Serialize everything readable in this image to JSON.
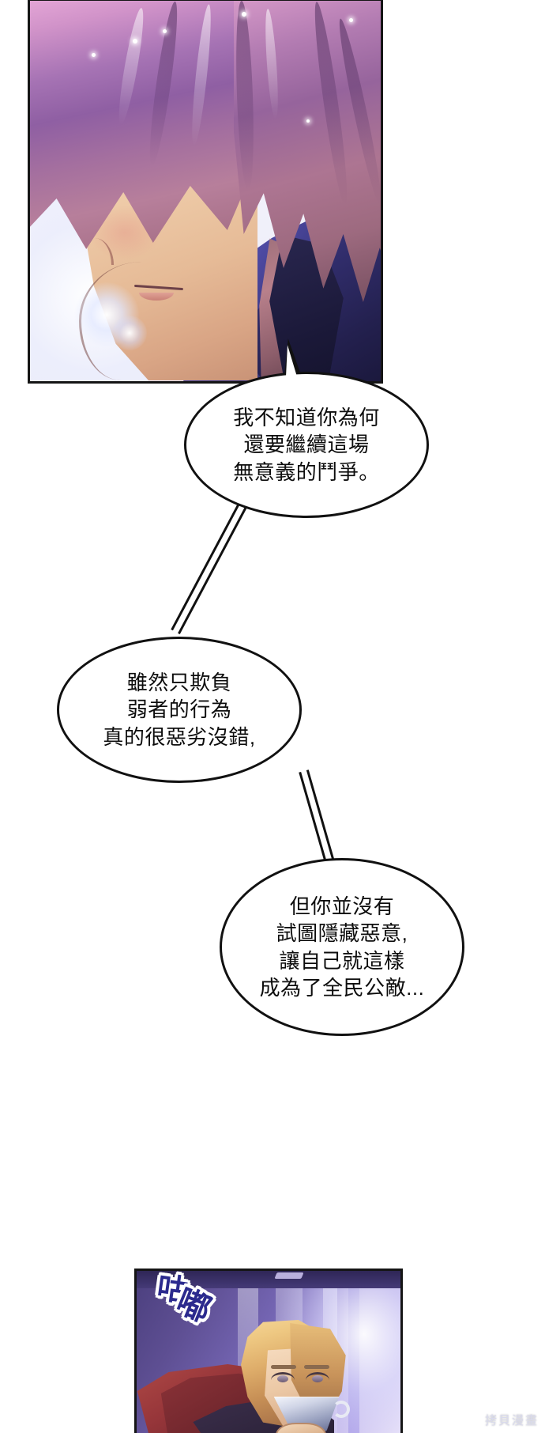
{
  "comic": {
    "title": "拷貝漫畫 webtoon page",
    "watermark": "拷貝漫畫",
    "panels": [
      {
        "id": "panel-top",
        "description": "close-up of purple-pink haired character in profile, dark blue suit",
        "alt": "紫粉色頭髮角色側臉特寫"
      },
      {
        "id": "panel-bottom",
        "description": "blonde character sipping from a cup in a red armchair by a bright window",
        "alt": "金髮角色坐在紅色扶手椅上喝飲料"
      }
    ],
    "bubbles": [
      {
        "id": "bubble-1",
        "text": "我不知道你為何\n還要繼續這場\n無意義的鬥爭。"
      },
      {
        "id": "bubble-2",
        "text": "雖然只欺負\n弱者的行為\n真的很惡劣沒錯,"
      },
      {
        "id": "bubble-3",
        "text": "但你並沒有\n試圖隱藏惡意,\n讓自己就這樣\n成為了全民公敵..."
      }
    ],
    "sfx": [
      {
        "id": "sfx-gulp",
        "char1": "咕",
        "char2": "嘟",
        "color": "#2b2a8e",
        "outline": "#ffffff"
      }
    ],
    "colors": {
      "hair_top_light": "#e6a8d8",
      "hair_top_dark": "#6d4559",
      "suit_blue": "#5a55b8",
      "suit_dark": "#1d1c41",
      "skin": "#eecba8",
      "bubble_fill": "#ffffff",
      "bubble_stroke": "#111111",
      "panel_border": "#151515",
      "room_purple": "#7566b4",
      "chair_red": "#97363a",
      "blonde_hair": "#eec882",
      "sfx_blue": "#2b2a8e"
    }
  }
}
